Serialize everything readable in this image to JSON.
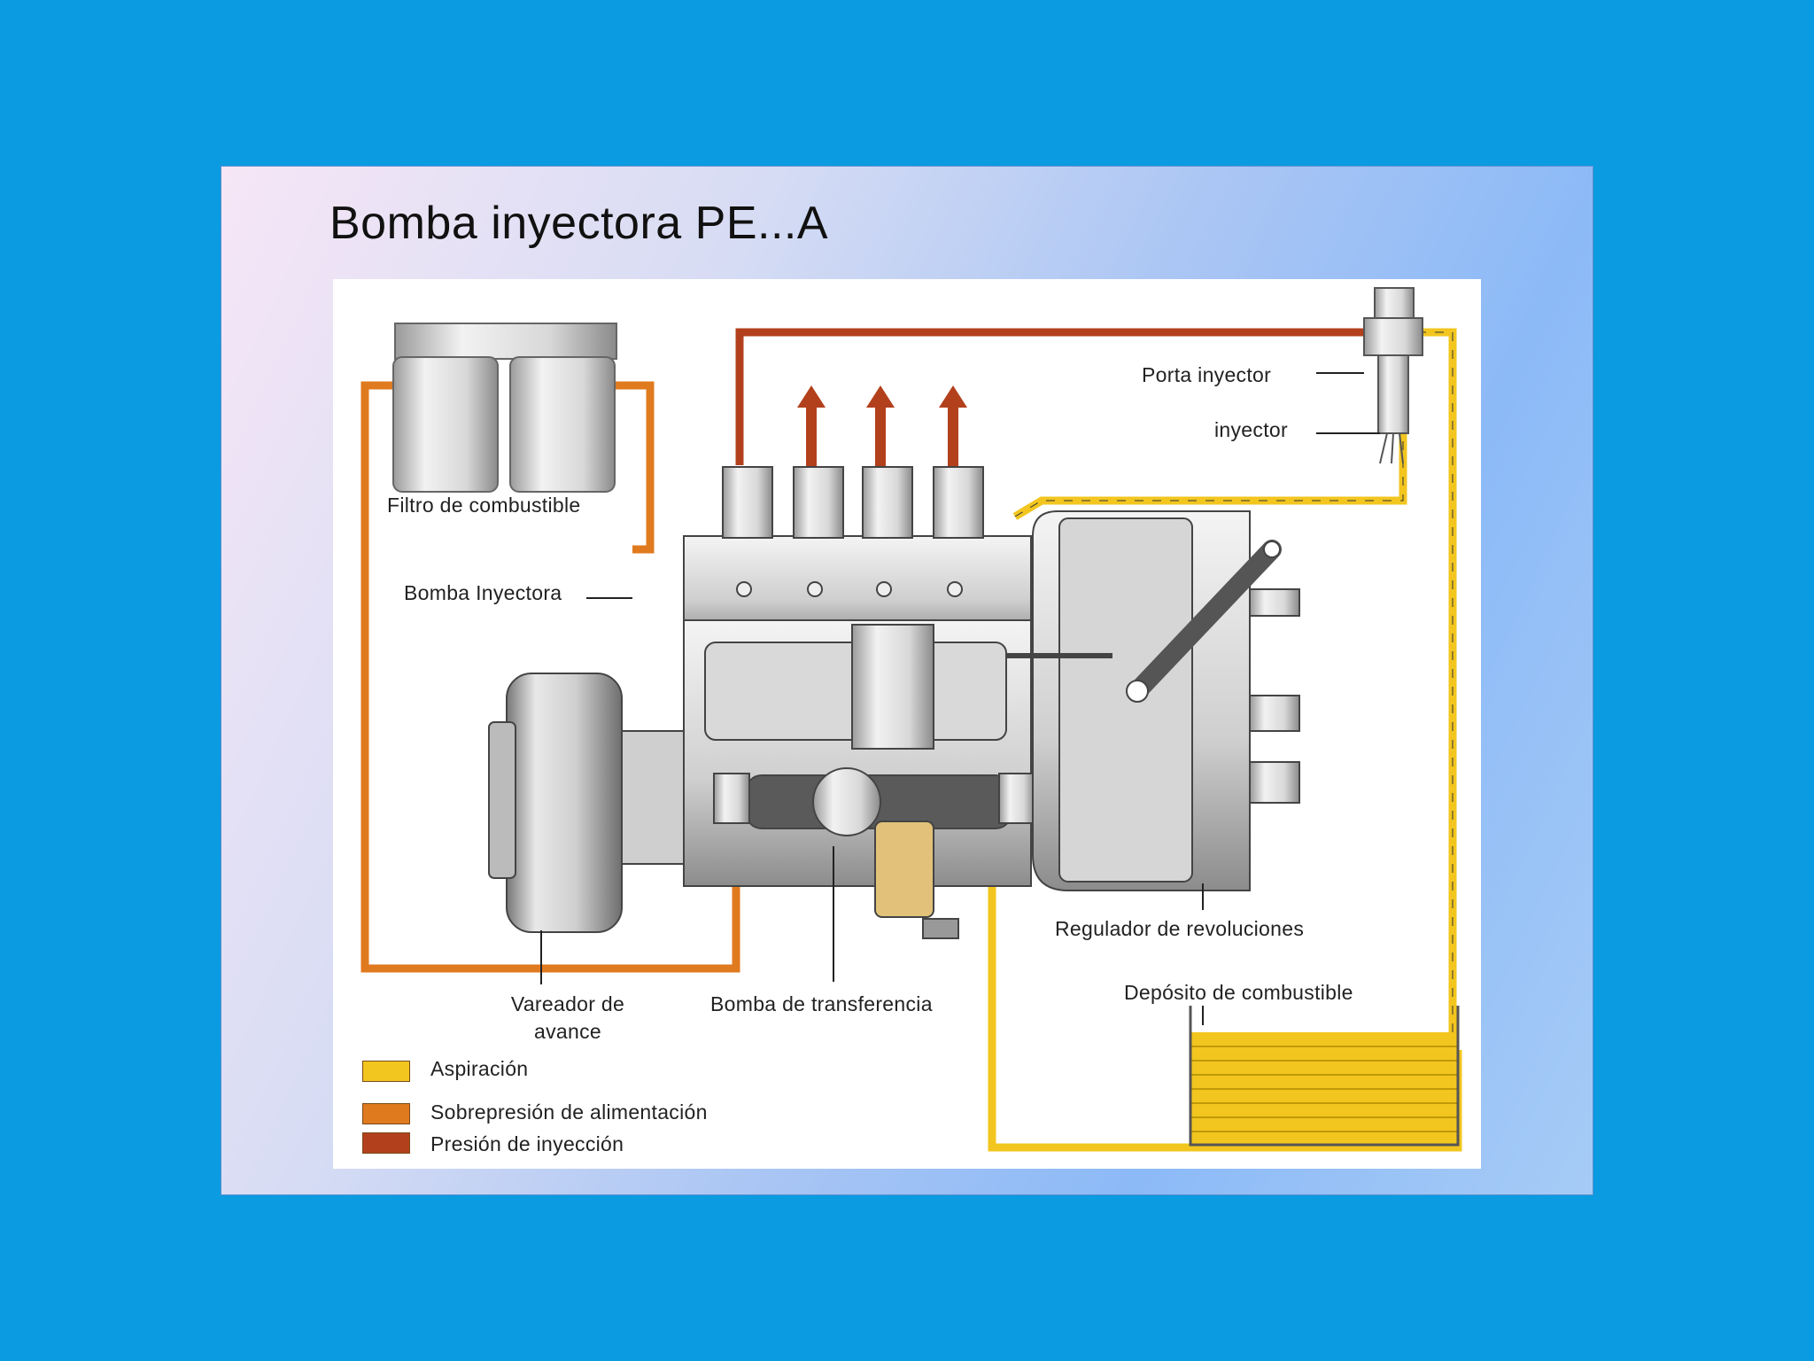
{
  "title": "Bomba inyectora PE...A",
  "labels": {
    "porta_inyector": "Porta inyector",
    "inyector": "inyector",
    "filtro": "Filtro de combustible",
    "bomba_inyectora": "Bomba Inyectora",
    "regulador": "Regulador de revoluciones",
    "deposito": "Depósito de combustible",
    "variador_l1": "Vareador de",
    "variador_l2": "avance",
    "bomba_transferencia": "Bomba de transferencia"
  },
  "legend": [
    {
      "label": "Aspiración",
      "color": "#f2c61f"
    },
    {
      "label": "Sobrepresión de alimentación",
      "color": "#e07a1f"
    },
    {
      "label": "Presión de inyección",
      "color": "#b3401c"
    }
  ],
  "colors": {
    "background": "#0b9be0",
    "suction": "#f2c61f",
    "feed": "#e07a1f",
    "injection": "#b3401c"
  }
}
